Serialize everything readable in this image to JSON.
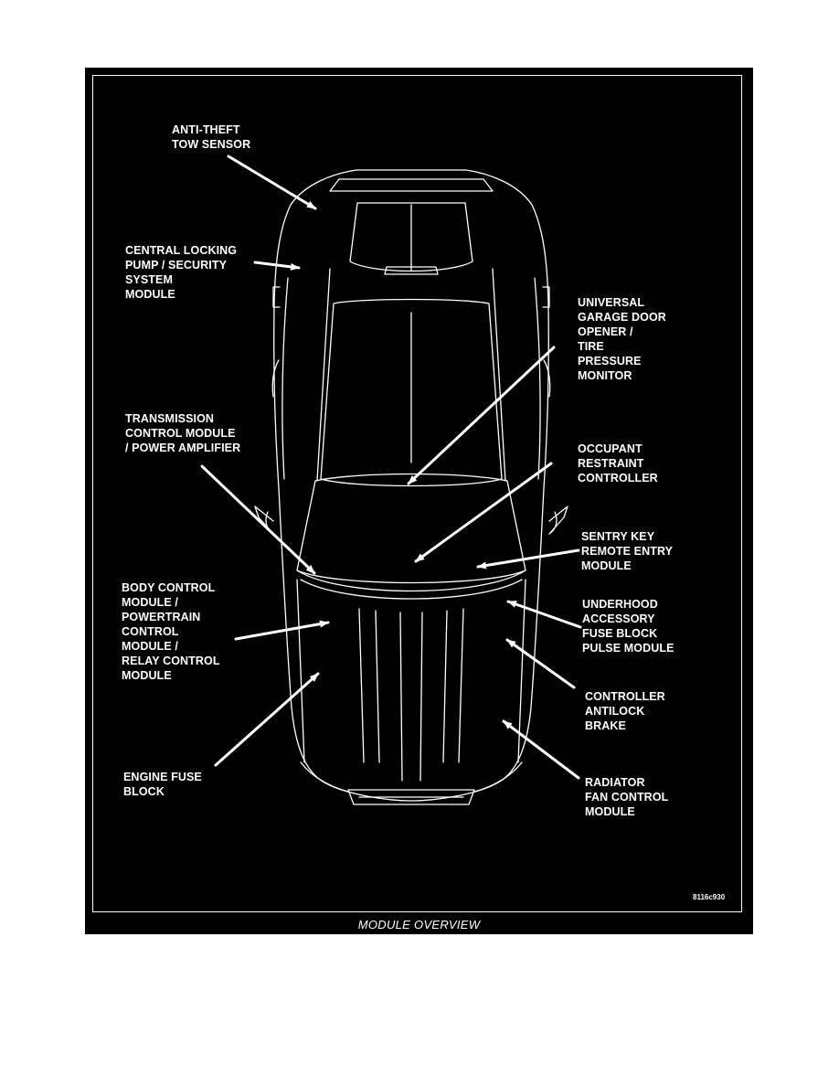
{
  "figure": {
    "caption": "MODULE OVERVIEW",
    "figure_code": "8116c930",
    "background_color": "#000000",
    "line_color": "#ffffff"
  },
  "labels": {
    "anti_theft": "ANTI-THEFT\nTOW SENSOR",
    "central_locking": "CENTRAL LOCKING\nPUMP / SECURITY\nSYSTEM\nMODULE",
    "universal_garage": "UNIVERSAL\nGARAGE DOOR\nOPENER /\nTIRE\nPRESSURE\nMONITOR",
    "transmission": "TRANSMISSION\nCONTROL MODULE\n/ POWER AMPLIFIER",
    "occupant": "OCCUPANT\nRESTRAINT\nCONTROLLER",
    "sentry_key": "SENTRY KEY\nREMOTE ENTRY\nMODULE",
    "body_control": "BODY CONTROL\nMODULE /\nPOWERTRAIN\nCONTROL\nMODULE /\nRELAY CONTROL\nMODULE",
    "underhood": "UNDERHOOD\nACCESSORY\nFUSE BLOCK\nPULSE MODULE",
    "controller_antilock": "CONTROLLER\nANTILOCK\nBRAKE",
    "engine_fuse": "ENGINE FUSE\nBLOCK",
    "radiator": "RADIATOR\nFAN CONTROL\nMODULE"
  }
}
